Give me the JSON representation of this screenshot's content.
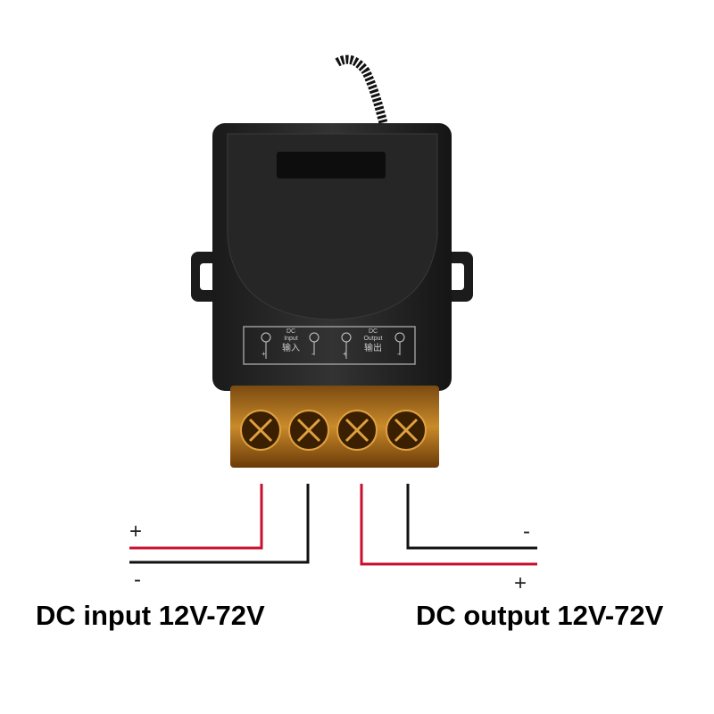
{
  "device": {
    "panel_labels": {
      "input_dc": "DC",
      "input_en": "Input",
      "input_cn": "输入",
      "output_dc": "DC",
      "output_en": "Output",
      "output_cn": "输出",
      "plus": "+",
      "minus": "-"
    }
  },
  "wiring": {
    "input_plus": "+",
    "input_minus": "-",
    "output_minus": "-",
    "output_plus": "+",
    "red_wire_color": "#c8102e",
    "black_wire_color": "#111111"
  },
  "captions": {
    "input": "DC input 12V-72V",
    "output": "DC output 12V-72V"
  }
}
